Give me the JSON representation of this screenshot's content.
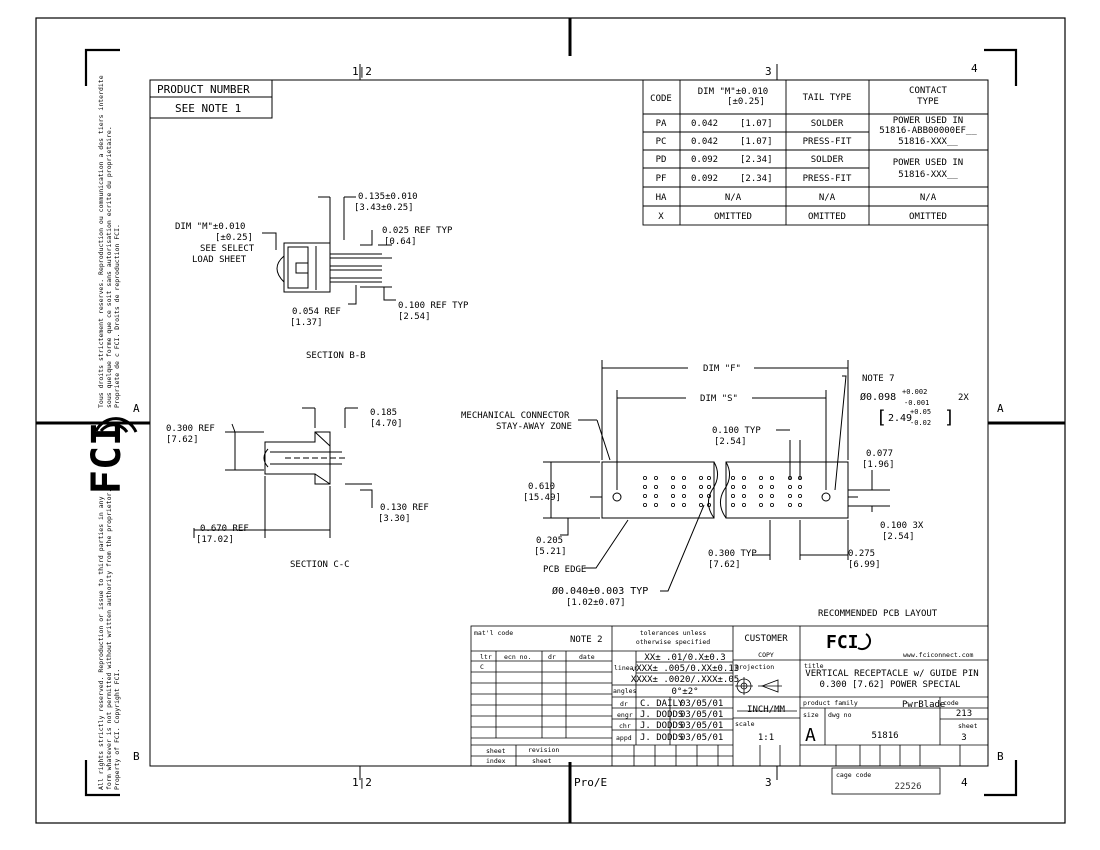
{
  "zones": {
    "one_two": "1|2",
    "three": "3",
    "four": "4",
    "row_a": "A",
    "row_b": "B"
  },
  "side_text": {
    "fr1": "Tous droits strictement reserves. Reproduction ou communication a des tiers interdite",
    "fr2": "sous quelque forme que ce soit sans autorisation ecrite du proprietaire.",
    "fr3": "Propriete de c FCI.  Droits de reproduction FCI.",
    "en1": "All rights strictly reserved.  Reproduction or issue to third parties in any",
    "en2": "form whatever is not permitted without written authority from the proprietor.",
    "en3": "Property of FCI.  Copyright FCI.",
    "logo": "FCI"
  },
  "product_number": {
    "title": "PRODUCT NUMBER",
    "note": "SEE NOTE 1"
  },
  "code_table": {
    "headers": {
      "code": "CODE",
      "dim1": "DIM \"M\"±0.010",
      "dim2": "[±0.25]",
      "tail": "TAIL TYPE",
      "contact1": "CONTACT",
      "contact2": "TYPE"
    },
    "rows": [
      {
        "code": "PA",
        "dim": "0.042",
        "mm": "[1.07]",
        "tail": "SOLDER"
      },
      {
        "code": "PC",
        "dim": "0.042",
        "mm": "[1.07]",
        "tail": "PRESS-FIT"
      },
      {
        "code": "PD",
        "dim": "0.092",
        "mm": "[2.34]",
        "tail": "SOLDER"
      },
      {
        "code": "PF",
        "dim": "0.092",
        "mm": "[2.34]",
        "tail": "PRESS-FIT"
      },
      {
        "code": "HA",
        "dim": "N/A",
        "mm": "",
        "tail": "N/A"
      },
      {
        "code": "X",
        "dim": "OMITTED",
        "mm": "",
        "tail": "OMITTED"
      }
    ],
    "contact_a1": "POWER USED IN",
    "contact_a2": "51816-ABB00000EF__",
    "contact_a3": "51816-XXX__",
    "contact_b1": "POWER USED IN",
    "contact_b2": "51816-XXX__",
    "contact_ha": "N/A",
    "contact_x": "OMITTED"
  },
  "section_bb": {
    "title": "SECTION  B-B",
    "dim_top1": "0.135±0.010",
    "dim_top2": "[3.43±0.25]",
    "dim_m1": "DIM \"M\"±0.010",
    "dim_m2": "[±0.25]",
    "dim_m3": "SEE SELECT",
    "dim_m4": "LOAD SHEET",
    "ref025a": "0.025 REF TYP",
    "ref025b": "[0.64]",
    "ref054a": "0.054 REF",
    "ref054b": "[1.37]",
    "ref100a": "0.100 REF TYP",
    "ref100b": "[2.54]"
  },
  "section_cc": {
    "title": "SECTION  C-C",
    "ref300a": "0.300 REF",
    "ref300b": "[7.62]",
    "d185a": "0.185",
    "d185b": "[4.70]",
    "ref130a": "0.130 REF",
    "ref130b": "[3.30]",
    "ref670a": "0.670  REF",
    "ref670b": "[17.02]"
  },
  "pcb_layout": {
    "title": "RECOMMENDED PCB LAYOUT",
    "dim_f": "DIM \"F\"",
    "dim_s": "DIM \"S\"",
    "note7": "NOTE 7",
    "hole1": "Ø0.098",
    "hole_tol1a": "+0.002",
    "hole_tol1b": "-0.001",
    "hole_count": "2X",
    "hole2": "2.49",
    "hole_tol2a": "+0.05",
    "hole_tol2b": "-0.02",
    "mech1": "MECHANICAL CONNECTOR",
    "mech2": "STAY-AWAY ZONE",
    "typ100a": "0.100 TYP",
    "typ100b": "[2.54]",
    "d077a": "0.077",
    "d077b": "[1.96]",
    "d610a": "0.610",
    "d610b": "[15.49]",
    "d205a": "0.205",
    "d205b": "[5.21]",
    "pcb_edge": "PCB EDGE",
    "d100_3xa": "0.100 3X",
    "d100_3xb": "[2.54]",
    "typ300a": "0.300 TYP",
    "typ300b": "[7.62]",
    "d275a": "0.275",
    "d275b": "[6.99]",
    "hole_s1": "Ø0.040±0.003 TYP",
    "hole_s2": "[1.02±0.07]"
  },
  "title_block": {
    "matl_code": "mat'l code",
    "note2": "NOTE 2",
    "tol1": "tolerances unless",
    "tol2": "otherwise specified",
    "customer": "CUSTOMER",
    "copy": "COPY",
    "ltr": "ltr",
    "ecn_no": "ecn no.",
    "dr": "dr",
    "date": "date",
    "ltr_value": "C",
    "linear": "linear",
    "angles": "angles",
    "tol_xx": "XX± .01/0.X±0.3",
    "tol_xxx": ".XXX± .005/0.XX±0.13",
    "tol_xxxx": "XXXX± .0020/.XXX±.05",
    "tol_ang": "0°±2°",
    "projection": "projection",
    "sig_dr": "dr",
    "sig_engr": "engr",
    "sig_chr": "chr",
    "sig_appd": "appd",
    "name_dr": "C. DAILY",
    "name_engr": "J. DODDS",
    "name_chr": "J. DODDS",
    "name_appd": "J. DODDS",
    "date_dr": "03/05/01",
    "date_engr": "03/05/01",
    "date_chr": "03/05/01",
    "date_appd": "03/05/01",
    "units": "INCH/MM",
    "scale_label": "scale",
    "scale": "1:1",
    "website": "www.fciconnect.com",
    "title_label": "title",
    "title1": "VERTICAL RECEPTACLE w/ GUIDE PIN",
    "title2": "0.300 [7.62] POWER SPECIAL",
    "code_label": "code",
    "code_value": "213",
    "product_family_label": "product family",
    "product_family": "PwrBlade",
    "size_label": "size",
    "size": "A",
    "dwg_no_label": "dwg no",
    "dwg_no": "51816",
    "sheet_label": "sheet",
    "sheet": "3",
    "sheet_index1": "sheet",
    "sheet_index2": "index",
    "revision": "revision",
    "sheet2": "sheet",
    "cage_label": "cage code",
    "cage": "22526",
    "pro_e": "Pro/E"
  }
}
